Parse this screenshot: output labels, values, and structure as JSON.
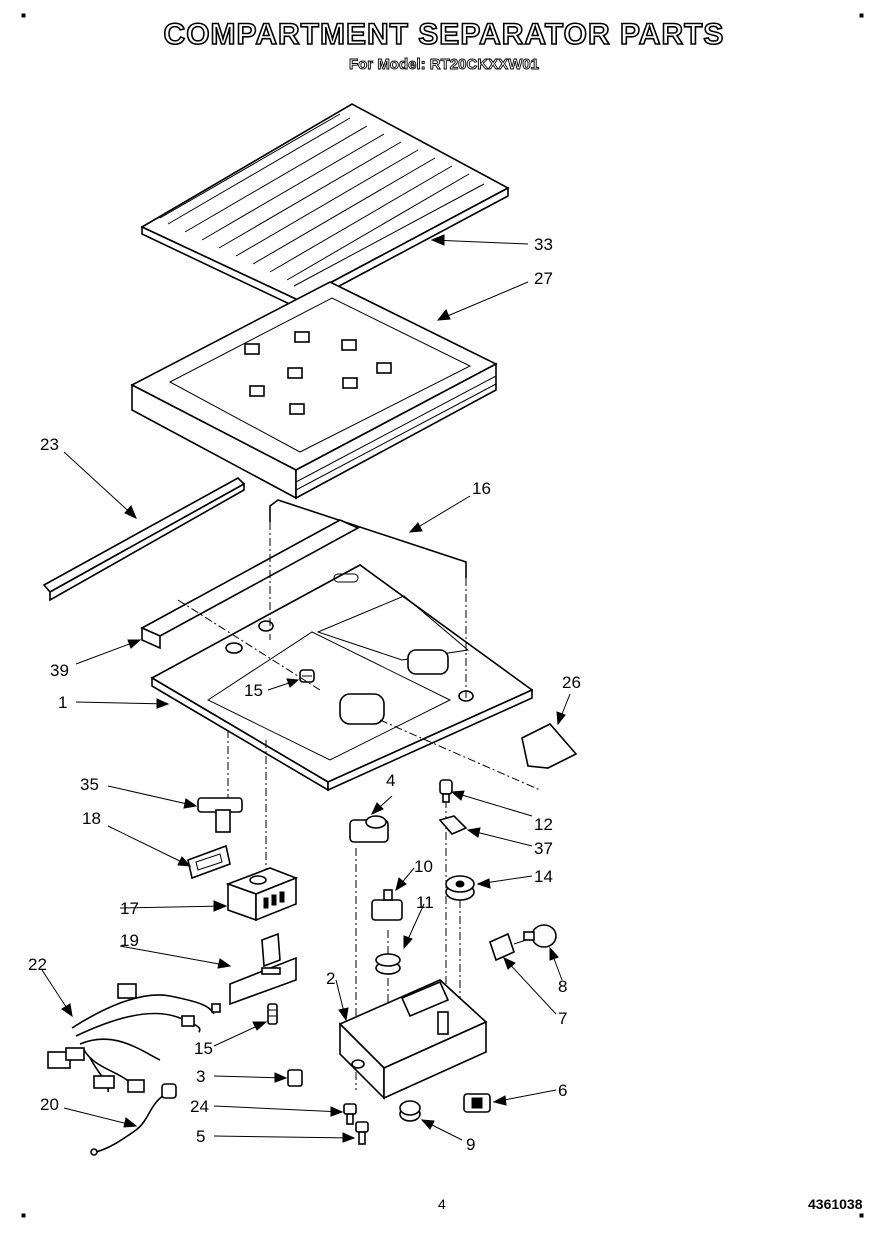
{
  "title": "COMPARTMENT SEPARATOR PARTS",
  "subtitle": "For Model: RT20CKXXW01",
  "page_number": "4",
  "doc_number": "4361038",
  "callouts": [
    "33",
    "27",
    "23",
    "16",
    "39",
    "15",
    "1",
    "26",
    "35",
    "4",
    "12",
    "18",
    "37",
    "10",
    "14",
    "17",
    "11",
    "19",
    "22",
    "2",
    "8",
    "7",
    "15",
    "3",
    "6",
    "24",
    "20",
    "9",
    "5"
  ]
}
